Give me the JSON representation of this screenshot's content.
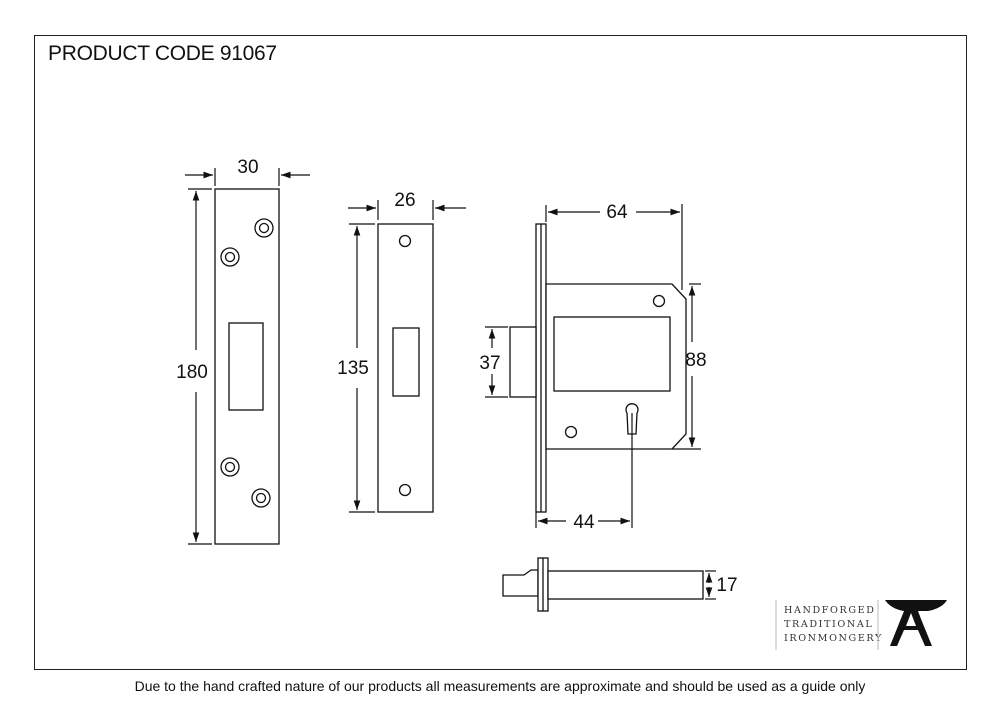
{
  "title": "PRODUCT CODE 91067",
  "disclaimer": "Due to the hand crafted nature of our products all measurements are approximate and should be used as a guide only",
  "dimensions": {
    "forend_width": "30",
    "forend_height": "180",
    "strike_width": "26",
    "strike_height": "135",
    "case_depth": "64",
    "case_height": "88",
    "bolt_height": "37",
    "backset": "44",
    "bolt_thickness": "17"
  },
  "brand": {
    "line1": "HANDFORGED",
    "line2": "TRADITIONAL",
    "line3": "IRONMONGERY",
    "logo_icon": "anvil-icon"
  },
  "colors": {
    "line": "#111111",
    "background": "#ffffff"
  }
}
